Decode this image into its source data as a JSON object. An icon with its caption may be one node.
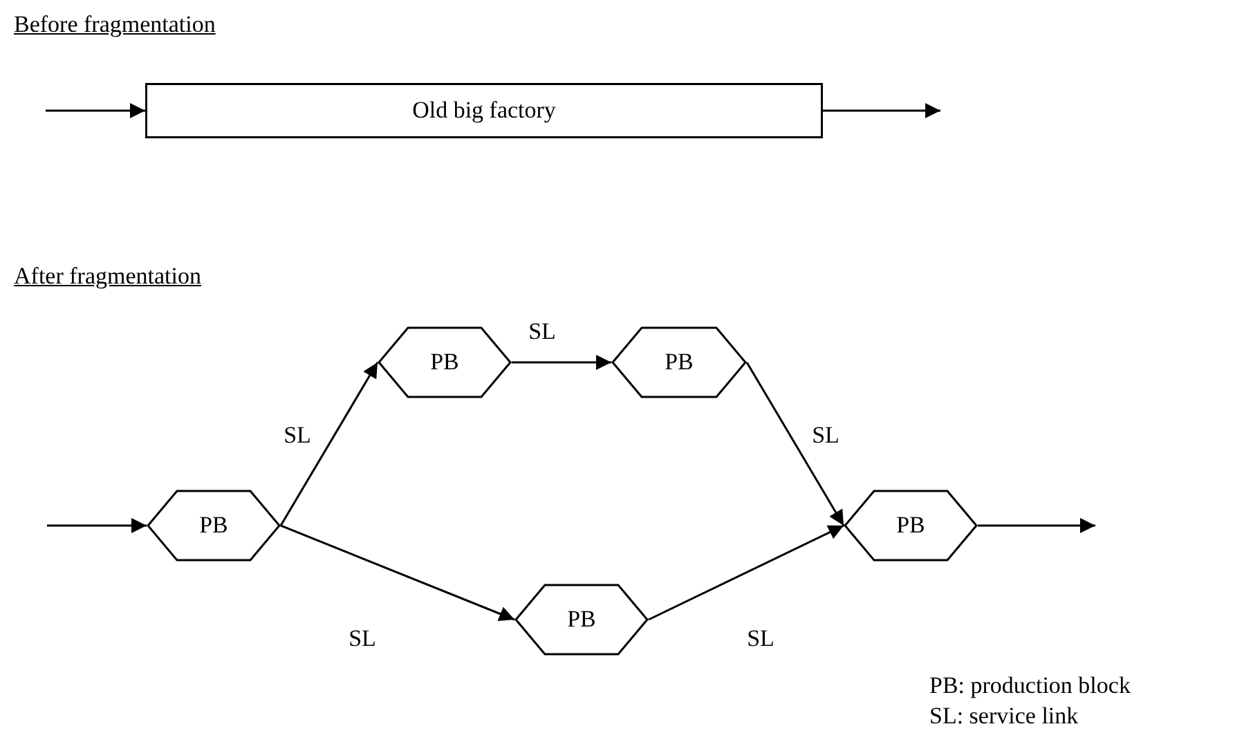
{
  "diagram": {
    "nodes": [
      {
        "text": [
          "Old big factory"
        ]
      },
      {
        "text": [
          "PB"
        ]
      },
      {
        "text": [
          "PB"
        ]
      },
      {
        "text": [
          "PB"
        ]
      },
      {
        "text": [
          "PB"
        ]
      },
      {
        "text": [
          "PB"
        ]
      }
    ],
    "edges": [
      {
        "from": null,
        "to": 0,
        "arrow": "to"
      },
      {
        "from": 0,
        "to": null,
        "arrow": "to"
      },
      {
        "from": null,
        "to": 1,
        "arrow": "to"
      },
      {
        "from": 1,
        "to": 2,
        "arrow": "to",
        "label": "SL"
      },
      {
        "from": 2,
        "to": 3,
        "arrow": "to",
        "label": "SL"
      },
      {
        "from": 3,
        "to": 5,
        "arrow": "to",
        "label": "SL"
      },
      {
        "from": 1,
        "to": 4,
        "arrow": "to",
        "label": "SL"
      },
      {
        "from": 4,
        "to": 5,
        "arrow": "to",
        "label": "SL"
      },
      {
        "from": 5,
        "to": null,
        "arrow": "to"
      }
    ],
    "labels": [
      "Before fragmentation",
      "After fragmentation",
      "PB: production block",
      "SL: service link"
    ]
  }
}
